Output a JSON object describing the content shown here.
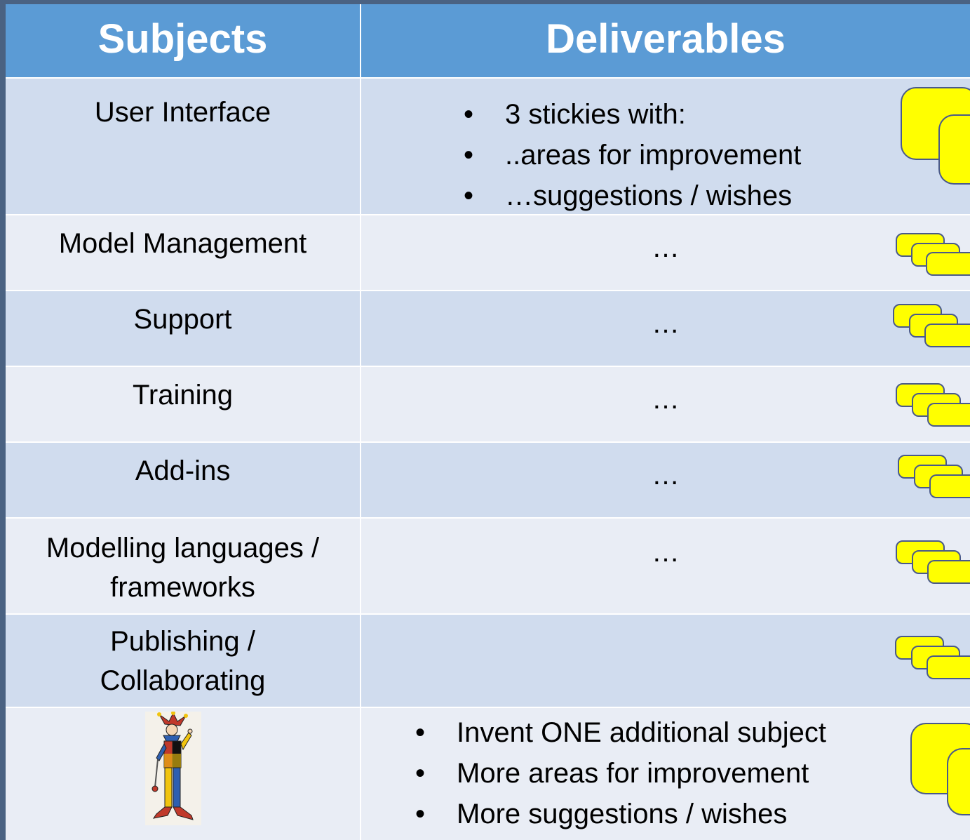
{
  "header": {
    "subjects": "Subjects",
    "deliverables": "Deliverables"
  },
  "rows": [
    {
      "subject": "User Interface",
      "bullets": [
        "3 stickies with:",
        "..areas for improvement",
        "…suggestions / wishes"
      ]
    },
    {
      "subject": "Model Management",
      "deliverable": "…"
    },
    {
      "subject": "Support",
      "deliverable": "…"
    },
    {
      "subject": "Training",
      "deliverable": "…"
    },
    {
      "subject": "Add-ins",
      "deliverable": "…"
    },
    {
      "subject_line1": "Modelling languages /",
      "subject_line2": "frameworks",
      "deliverable": "…"
    },
    {
      "subject_line1": "Publishing /",
      "subject_line2": "Collaborating",
      "deliverable": ""
    },
    {
      "bullets": [
        "Invent ONE additional subject",
        "More areas for improvement",
        "More suggestions / wishes"
      ]
    }
  ],
  "bullet_glyph": "•",
  "icons": {
    "stickies": "sticky-notes-icon",
    "joker": "joker-figure-icon"
  },
  "colors": {
    "header": "#5b9bd5",
    "row_dark": "#d0dcee",
    "row_light": "#e9edf5",
    "sticky": "#ffff00",
    "sticky_border": "#4a5a8a"
  }
}
